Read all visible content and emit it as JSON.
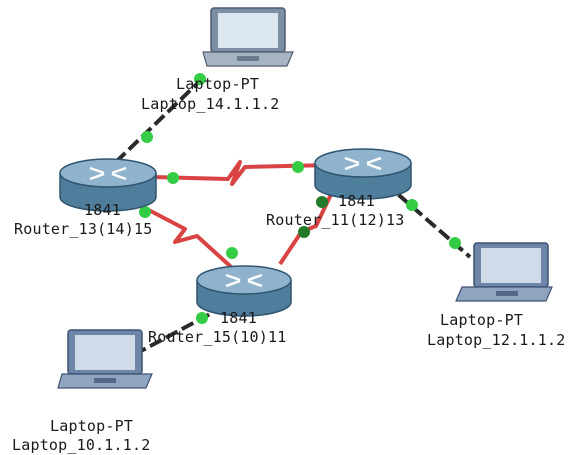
{
  "colors": {
    "serial_link": "#d94343",
    "ethernet_link": "#2a2a2a",
    "port_up": "#33cc44",
    "port_dark": "#207a2a",
    "router_body": "#5f8fae",
    "laptop_body": "#7d8fa3",
    "laptop_screen": "#dce6ee"
  },
  "devices": {
    "laptop_14": {
      "type_label": "Laptop-PT",
      "name_label": "Laptop_14.1.1.2",
      "icon": "laptop-icon"
    },
    "router_13": {
      "type_label": "1841",
      "name_label": "Router_13(14)15",
      "icon": "router-icon"
    },
    "router_11": {
      "type_label": "1841",
      "name_label": "Router_11(12)13",
      "icon": "router-icon"
    },
    "router_15": {
      "type_label": "1841",
      "name_label": "Router_15(10)11",
      "icon": "router-icon"
    },
    "laptop_12": {
      "type_label": "Laptop-PT",
      "name_label": "Laptop_12.1.1.2",
      "icon": "laptop-icon"
    },
    "laptop_10": {
      "type_label": "Laptop-PT",
      "name_label": "Laptop_10.1.1.2",
      "icon": "laptop-icon"
    }
  }
}
